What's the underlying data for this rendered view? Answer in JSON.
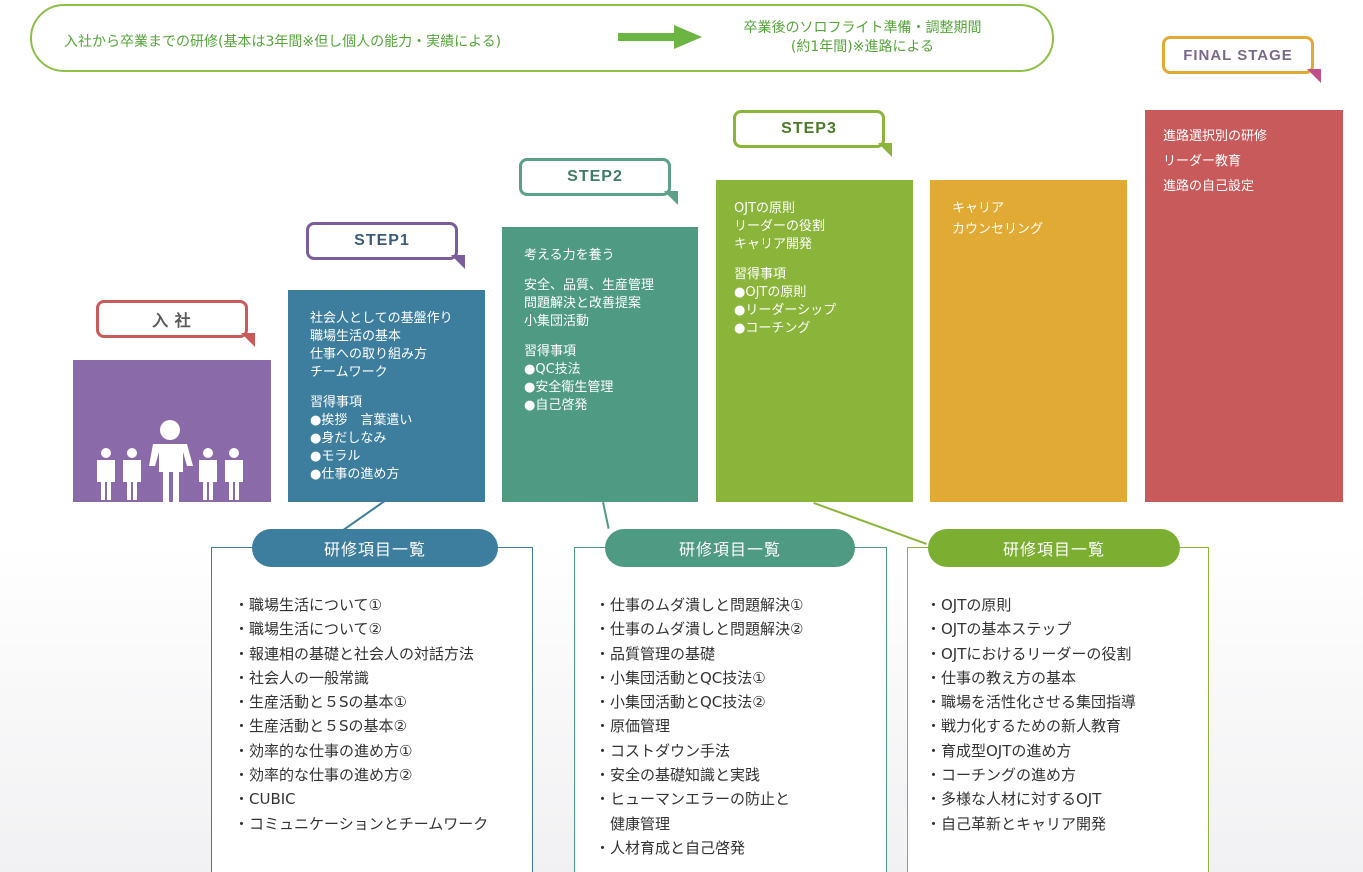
{
  "banner": {
    "left_text": "入社から卒業までの研修(基本は3年間※但し個人の能力・実績による)",
    "right_line1": "卒業後のソロフライト準備・調整期間",
    "right_line2": "(約1年間)※進路による"
  },
  "stages": {
    "entry": {
      "label": "入 社"
    },
    "step1": {
      "label": "STEP1",
      "lines": [
        "社会人としての基盤作り",
        "職場生活の基本",
        "仕事への取り組み方",
        "チームワーク"
      ],
      "acquire_title": "習得事項",
      "acquire": [
        "●挨拶　言葉遣い",
        "●身だしなみ",
        "●モラル",
        "●仕事の進め方"
      ]
    },
    "step2": {
      "label": "STEP2",
      "intro": "考える力を養う",
      "lines": [
        "安全、品質、生産管理",
        "問題解決と改善提案",
        "小集団活動"
      ],
      "acquire_title": "習得事項",
      "acquire": [
        "●QC技法",
        "●安全衛生管理",
        "●自己啓発"
      ]
    },
    "step3": {
      "label": "STEP3",
      "lines": [
        "OJTの原則",
        "リーダーの役割",
        "キャリア開発"
      ],
      "acquire_title": "習得事項",
      "acquire": [
        "●OJTの原則",
        "●リーダーシップ",
        "●コーチング"
      ]
    },
    "career": {
      "lines": [
        "キャリア",
        "カウンセリング"
      ]
    },
    "final": {
      "label": "FINAL STAGE",
      "lines": [
        "進路選択別の研修",
        "リーダー教育",
        "進路の自己設定"
      ]
    }
  },
  "curricula": [
    {
      "title": "研修項目一覧",
      "items": [
        "・職場生活について①",
        "・職場生活について②",
        "・報連相の基礎と社会人の対話方法",
        "・社会人の一般常識",
        "・生産活動と５Sの基本①",
        "・生産活動と５Sの基本②",
        "・効率的な仕事の進め方①",
        "・効率的な仕事の進め方②",
        "・CUBIC",
        "・コミュニケーションとチームワーク"
      ]
    },
    {
      "title": "研修項目一覧",
      "items": [
        "・仕事のムダ潰しと問題解決①",
        "・仕事のムダ潰しと問題解決②",
        "・品質管理の基礎",
        "・小集団活動とQC技法①",
        "・小集団活動とQC技法②",
        "・原価管理",
        "・コストダウン手法",
        "・安全の基礎知識と実践",
        "・ヒューマンエラーの防止と",
        "　健康管理",
        "・人材育成と自己啓発"
      ]
    },
    {
      "title": "研修項目一覧",
      "items": [
        "・OJTの原則",
        "・OJTの基本ステップ",
        "・OJTにおけるリーダーの役割",
        "・仕事の教え方の基本",
        "・職場を活性化させる集団指導",
        "・戦力化するための新人教育",
        "・育成型OJTの進め方",
        "・コーチングの進め方",
        "・多様な人材に対するOJT",
        "・自己革新とキャリア開発"
      ]
    }
  ],
  "colors": {
    "banner_green": "#55a53a",
    "entry": "#8a6aa8",
    "entry_tag": "#c0504d",
    "step1": "#3d7d9e",
    "step2": "#4f9a83",
    "step3": "#8bb53a",
    "career": "#e0aa35",
    "final": "#c95a5b"
  }
}
